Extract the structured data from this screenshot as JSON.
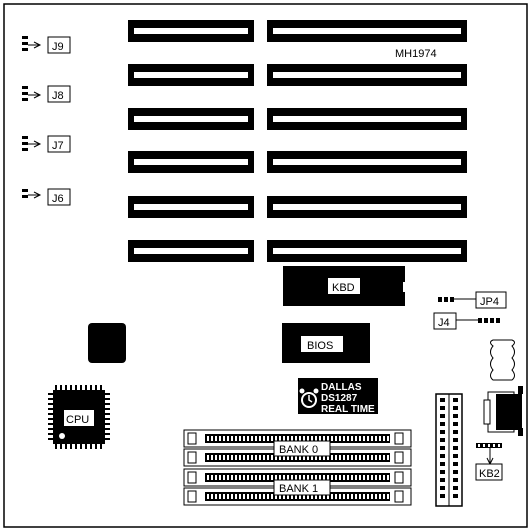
{
  "board_id": "MH1974",
  "jumpers_left": [
    "J9",
    "J8",
    "J7",
    "J6"
  ],
  "kbd_label": "KBD",
  "bios_label": "BIOS",
  "jp4_label": "JP4",
  "j4_label": "J4",
  "cpu_label": "CPU",
  "rtc": {
    "line1": "DALLAS",
    "line2": "DS1287",
    "line3": "REAL TIME"
  },
  "bank0_label": "BANK 0",
  "bank1_label": "BANK 1",
  "kb2_label": "KB2",
  "colors": {
    "ink": "#000000",
    "paper": "#ffffff"
  }
}
